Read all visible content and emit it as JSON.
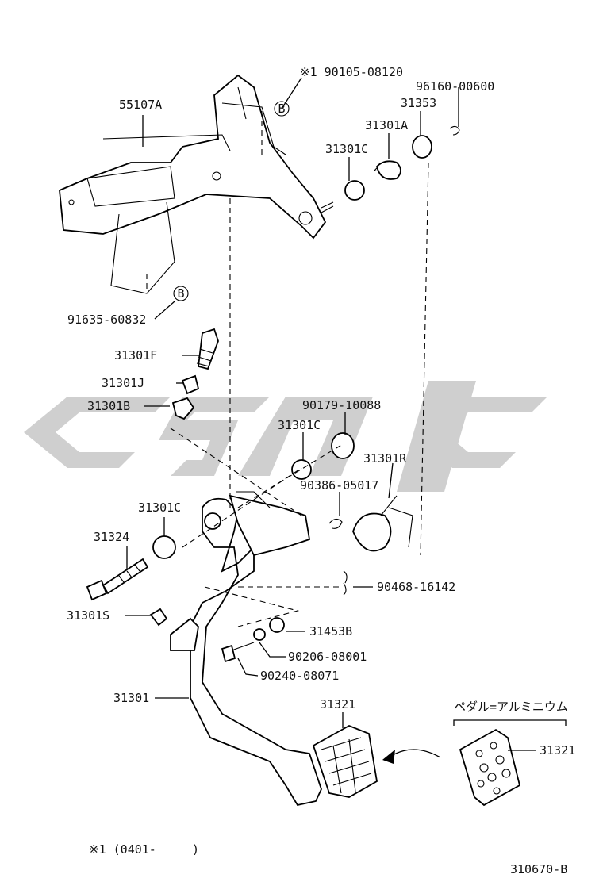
{
  "labels": {
    "p55107A": "55107A",
    "p90105": "※1 90105-08120",
    "p96160": "96160-00600",
    "p31353": "31353",
    "p31301A": "31301A",
    "p31301C_top": "31301C",
    "p91635": "91635-60832",
    "p31301F": "31301F",
    "p31301J": "31301J",
    "p31301B": "31301B",
    "p90179": "90179-10088",
    "p31301C_mid": "31301C",
    "p31301R": "31301R",
    "p90386": "90386-05017",
    "p31301C_low": "31301C",
    "p31324": "31324",
    "p90468": "90468-16142",
    "p31301S": "31301S",
    "p31453B": "31453B",
    "p90206": "90206-08001",
    "p90240": "90240-08071",
    "p31301": "31301",
    "p31321_a": "31321",
    "p31321_b": "31321",
    "aluminum_note": "ペダル=アルミニウム",
    "footnote": "※1 (0401-     )",
    "diagram_id": "310670-B",
    "badge_b1": "B",
    "badge_b2": "B"
  },
  "colors": {
    "line": "#000000",
    "watermark": "#cfcfcf",
    "background": "#ffffff"
  }
}
